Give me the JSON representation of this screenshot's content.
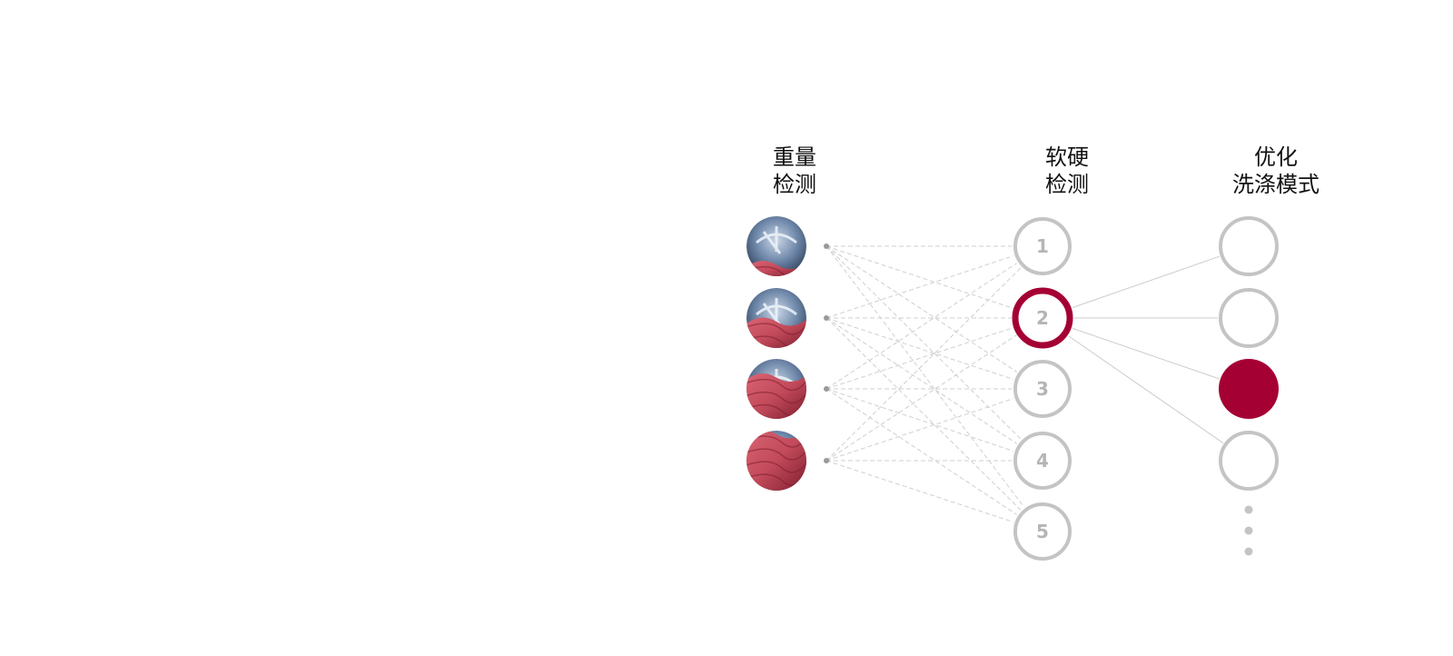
{
  "columns": {
    "weight": {
      "line1": "重量",
      "line2": "检测"
    },
    "softness": {
      "line1": "软硬",
      "line2": "检测"
    },
    "mode": {
      "line1": "优化",
      "line2": "洗涤模式"
    }
  },
  "load_levels": [
    {
      "id": "load-1",
      "fill_fraction": 0.25
    },
    {
      "id": "load-2",
      "fill_fraction": 0.5
    },
    {
      "id": "load-3",
      "fill_fraction": 0.75
    },
    {
      "id": "load-4",
      "fill_fraction": 1.0
    }
  ],
  "softness_nodes": [
    {
      "label": "1",
      "selected": false
    },
    {
      "label": "2",
      "selected": true
    },
    {
      "label": "3",
      "selected": false
    },
    {
      "label": "4",
      "selected": false
    },
    {
      "label": "5",
      "selected": false
    }
  ],
  "mode_nodes": [
    {
      "selected": false
    },
    {
      "selected": false
    },
    {
      "selected": true
    },
    {
      "selected": false
    }
  ],
  "more_indicator_dots": 3,
  "colors": {
    "accent": "#a50034",
    "node_ring": "#c4c4c4",
    "node_label": "#b5b5b5",
    "dashed_link": "#cfcfcf",
    "solid_link": "#cccccc",
    "drum_dark": "#2d3c55",
    "drum_light": "#c9d7e6",
    "fabric": "#c24a5a",
    "fabric_dark": "#7e1e30"
  }
}
